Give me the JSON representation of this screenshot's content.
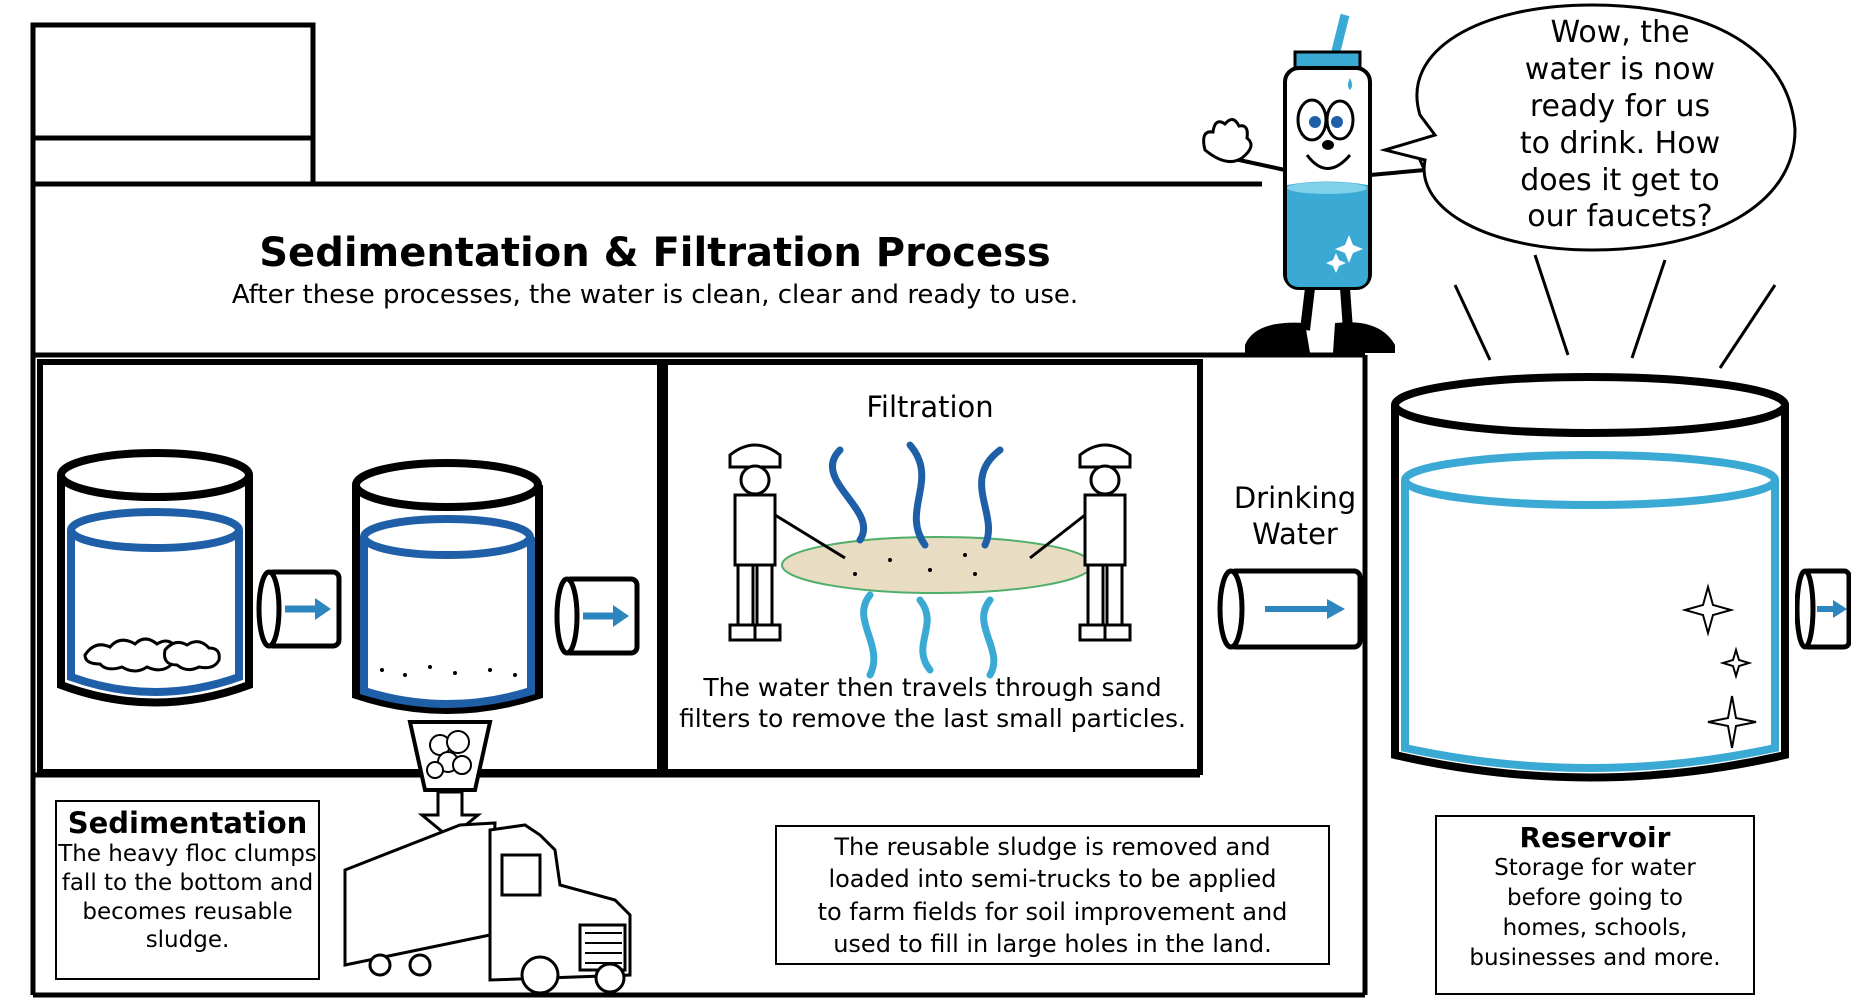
{
  "header": {
    "title": "Sedimentation & Filtration Process",
    "subtitle": "After these processes, the water is clean, clear and ready to use."
  },
  "filtration": {
    "heading": "Filtration",
    "caption": "The water then travels through sand\nfilters to remove the last small particles."
  },
  "drinking_water": {
    "label": "Drinking\nWater"
  },
  "speech_bubble": {
    "text": "Wow, the\nwater is now\nready for us\nto drink. How\ndoes it get to\nour faucets?"
  },
  "sedimentation": {
    "heading": "Sedimentation",
    "text": "The heavy floc clumps\nfall to the bottom and\nbecomes reusable\nsludge."
  },
  "sludge_note": {
    "text": "The reusable sludge is removed and\nloaded into semi-trucks to be applied\nto farm fields for soil improvement and\nused to fill in large holes in the land."
  },
  "reservoir": {
    "heading": "Reservoir",
    "text": "Storage for water\nbefore going to\nhomes, schools,\nbusinesses and more."
  },
  "colors": {
    "water_dark": "#1f5fa8",
    "water_light": "#3aaad4",
    "sand": "#e8dcc3",
    "arrow": "#2e86c1"
  }
}
